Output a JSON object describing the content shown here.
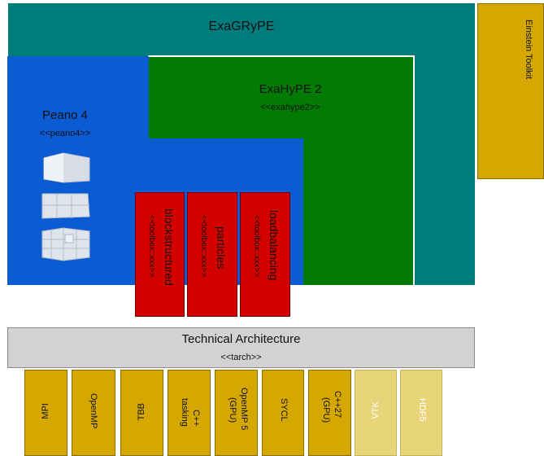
{
  "exagrype": {
    "title": "ExaGRyPE"
  },
  "einstein": {
    "title": "Einstein Toolkit"
  },
  "exahype": {
    "title": "ExaHyPE 2",
    "stereotype": "<<exahype2>>"
  },
  "peano": {
    "title": "Peano 4",
    "stereotype": "<<peano4>>"
  },
  "toolboxes": [
    {
      "name": "blockstructured",
      "stereotype": "<<toolbox::xxx>>"
    },
    {
      "name": "particles",
      "stereotype": "<<toolbox::xxx>>"
    },
    {
      "name": "loadbalancing",
      "stereotype": "<<toolbox::xxx>>"
    }
  ],
  "tarch": {
    "title": "Technical Architecture",
    "stereotype": "<<tarch>>"
  },
  "libraries": [
    {
      "line1": "MPI",
      "line2": ""
    },
    {
      "line1": "OpenMP",
      "line2": ""
    },
    {
      "line1": "TBB",
      "line2": ""
    },
    {
      "line1": "C++",
      "line2": "tasking"
    },
    {
      "line1": "OpenMP 5",
      "line2": "(GPU)"
    },
    {
      "line1": "SYCL",
      "line2": ""
    },
    {
      "line1": "C++27",
      "line2": "(GPU)"
    },
    {
      "line1": "VTK",
      "line2": ""
    },
    {
      "line1": "HDF5",
      "line2": ""
    }
  ],
  "colors": {
    "exagrype": "#007c7c",
    "exahype": "#037a03",
    "peano": "#0b5bd3",
    "toolbox": "#d30000",
    "library": "#d4a800",
    "library_optional": "#e8d57a",
    "tarch": "#d2d2d2"
  }
}
